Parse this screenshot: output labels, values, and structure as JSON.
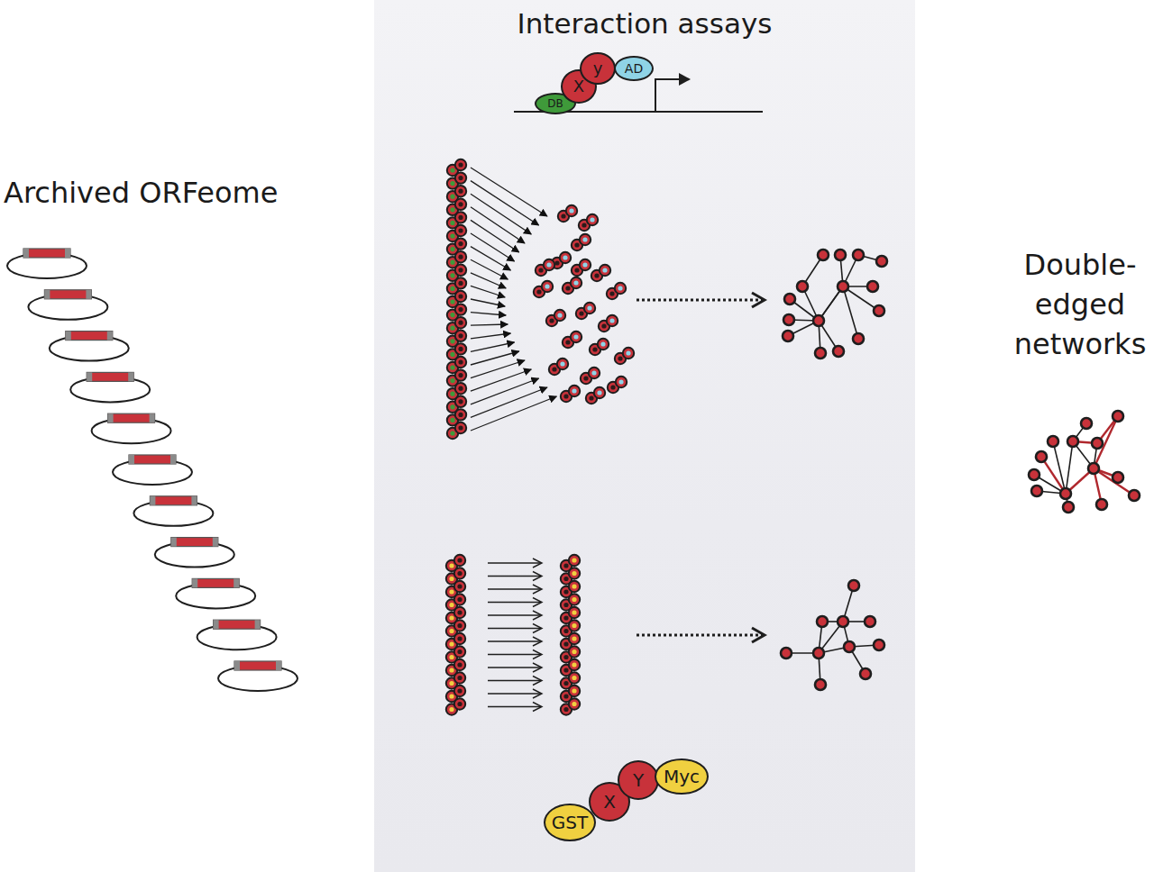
{
  "diagram": {
    "nodes": [
      {
        "text": [
          "Interaction assays"
        ]
      },
      {
        "text": [
          "DB"
        ],
        "in": 0
      },
      {
        "text": [
          "X"
        ],
        "in": 0
      },
      {
        "text": [
          "y"
        ],
        "in": 0
      },
      {
        "text": [
          "AD"
        ],
        "in": 0
      },
      {
        "text": [
          "GST"
        ],
        "in": 0
      },
      {
        "text": [
          "X"
        ],
        "in": 0
      },
      {
        "text": [
          "Y"
        ],
        "in": 0
      },
      {
        "text": [
          "Myc"
        ],
        "in": 0
      }
    ],
    "labels": [
      "Archived ORFeome",
      "Double- edged networks"
    ]
  }
}
